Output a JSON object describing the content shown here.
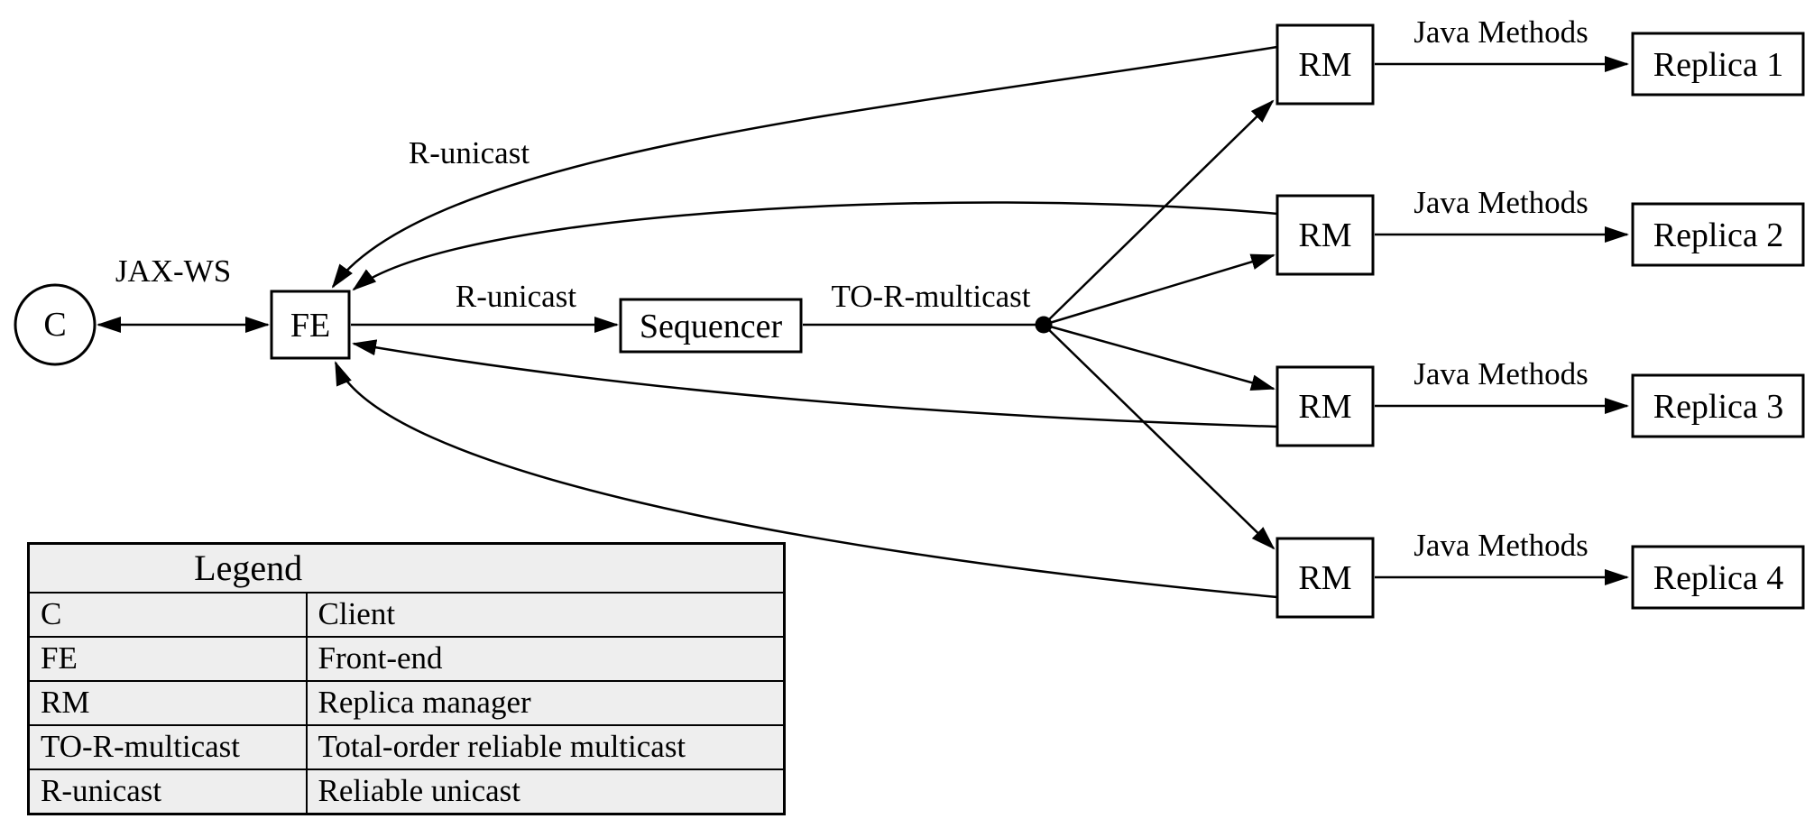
{
  "colors": {
    "line": "#000000",
    "background": "#ffffff",
    "legend_fill": "#eeeeee"
  },
  "nodes": {
    "client": "C",
    "front_end": "FE",
    "sequencer": "Sequencer"
  },
  "edge_labels": {
    "jax_ws": "JAX-WS",
    "r_unicast_top": "R-unicast",
    "r_unicast_mid": "R-unicast",
    "to_r_multicast": "TO-R-multicast"
  },
  "replica_rows": [
    {
      "rm": "RM",
      "edge": "Java Methods",
      "replica": "Replica 1"
    },
    {
      "rm": "RM",
      "edge": "Java Methods",
      "replica": "Replica 2"
    },
    {
      "rm": "RM",
      "edge": "Java Methods",
      "replica": "Replica 3"
    },
    {
      "rm": "RM",
      "edge": "Java Methods",
      "replica": "Replica 4"
    }
  ],
  "legend": {
    "title": "Legend",
    "rows": [
      {
        "key": "C",
        "value": "Client"
      },
      {
        "key": "FE",
        "value": "Front-end"
      },
      {
        "key": "RM",
        "value": "Replica manager"
      },
      {
        "key": "TO-R-multicast",
        "value": "Total-order reliable multicast"
      },
      {
        "key": "R-unicast",
        "value": "Reliable unicast"
      }
    ]
  }
}
